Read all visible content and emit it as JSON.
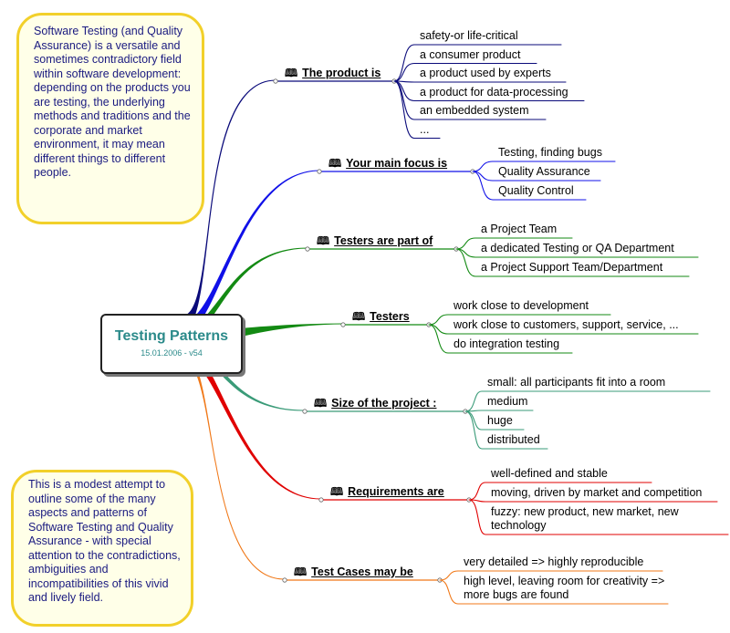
{
  "map": {
    "central": {
      "title": "Testing Patterns",
      "subtitle": "15.01.2006 - v54"
    },
    "notes": {
      "top": "Software Testing (and Quality Assurance) is a versatile and sometimes contradictory field within software development: depending on the products you are testing, the underlying methods and traditions and the corporate and market environment, it may mean different things to different people.",
      "bottom": "This is a modest attempt to outline some of the many aspects and patterns of Software Testing and Quality Assurance - with special attention to the contradictions, ambiguities and incompatibilities of this vivid and lively field."
    },
    "colors": {
      "navy": "#0a0a7a",
      "blue": "#1010e8",
      "green": "#138a13",
      "teal": "#3a9b78",
      "red": "#e00000",
      "orange": "#f07818",
      "note_border": "#f2d02a",
      "title": "#2b8a8a"
    },
    "branches": [
      {
        "label": "The product is",
        "icon": "book-icon",
        "color": "navy",
        "leaves": [
          "safety-or life-critical",
          "a consumer product",
          "a product used by experts",
          "a product for data-processing",
          "an embedded system",
          "..."
        ]
      },
      {
        "label": "Your main focus is",
        "icon": "book-icon",
        "color": "blue",
        "leaves": [
          "Testing, finding bugs",
          "Quality Assurance",
          "Quality Control"
        ]
      },
      {
        "label": "Testers are part of",
        "icon": "book-icon",
        "color": "green",
        "leaves": [
          "a Project Team",
          "a dedicated Testing or QA Department",
          "a Project Support Team/Department"
        ]
      },
      {
        "label": "Testers",
        "icon": "book-icon",
        "color": "green",
        "leaves": [
          "work close to development",
          "work close to customers, support, service, ...",
          "do integration testing"
        ]
      },
      {
        "label": "Size of the project :",
        "icon": "book-icon",
        "color": "teal",
        "leaves": [
          "small: all participants fit into a room",
          "medium",
          "huge",
          "distributed"
        ]
      },
      {
        "label": "Requirements are",
        "icon": "book-icon",
        "color": "red",
        "leaves": [
          "well-defined and stable",
          "moving, driven by market and competition",
          "fuzzy: new product, new market, new technology"
        ]
      },
      {
        "label": "Test Cases may be",
        "icon": "book-icon",
        "color": "orange",
        "leaves": [
          "very detailed => highly reproducible",
          "high level, leaving room for creativity => more bugs are found"
        ]
      }
    ]
  }
}
